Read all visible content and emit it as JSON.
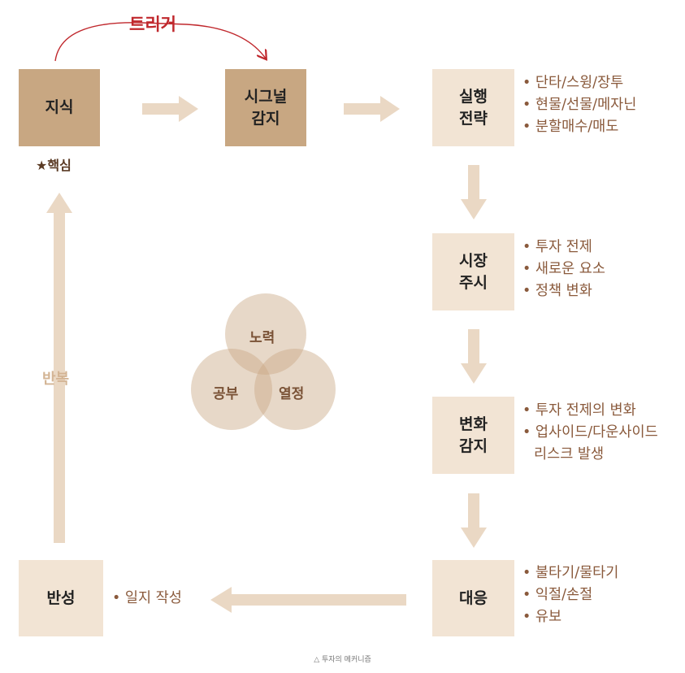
{
  "trigger_label": "트리거",
  "core_label": "★핵심",
  "repeat_label": "반복",
  "caption": "△ 투자의 메커니즘",
  "nodes": {
    "knowledge": "지식",
    "signal": "시그널\n감지",
    "strategy": "실행\n전략",
    "watch": "시장\n주시",
    "change": "변화\n감지",
    "response": "대응",
    "reflect": "반성"
  },
  "strategy_items": [
    "단타/스윙/장투",
    "현물/선물/메자닌",
    "분할매수/매도"
  ],
  "watch_items": [
    "투자 전제",
    "새로운 요소",
    "정책 변화"
  ],
  "change_items": [
    "투자 전제의 변화",
    "업사이드/다운사이드",
    "리스크 발생"
  ],
  "response_items": [
    "불타기/물타기",
    "익절/손절",
    "유보"
  ],
  "reflect_items": [
    "일지 작성"
  ],
  "venn": {
    "top": "노력",
    "left": "공부",
    "right": "열정"
  },
  "colors": {
    "dark_box": "#c8a782",
    "light_box": "#f2e4d4",
    "arrow": "#ead8c4",
    "trigger": "#c0282d",
    "bullet_text": "#8a5a3c"
  }
}
